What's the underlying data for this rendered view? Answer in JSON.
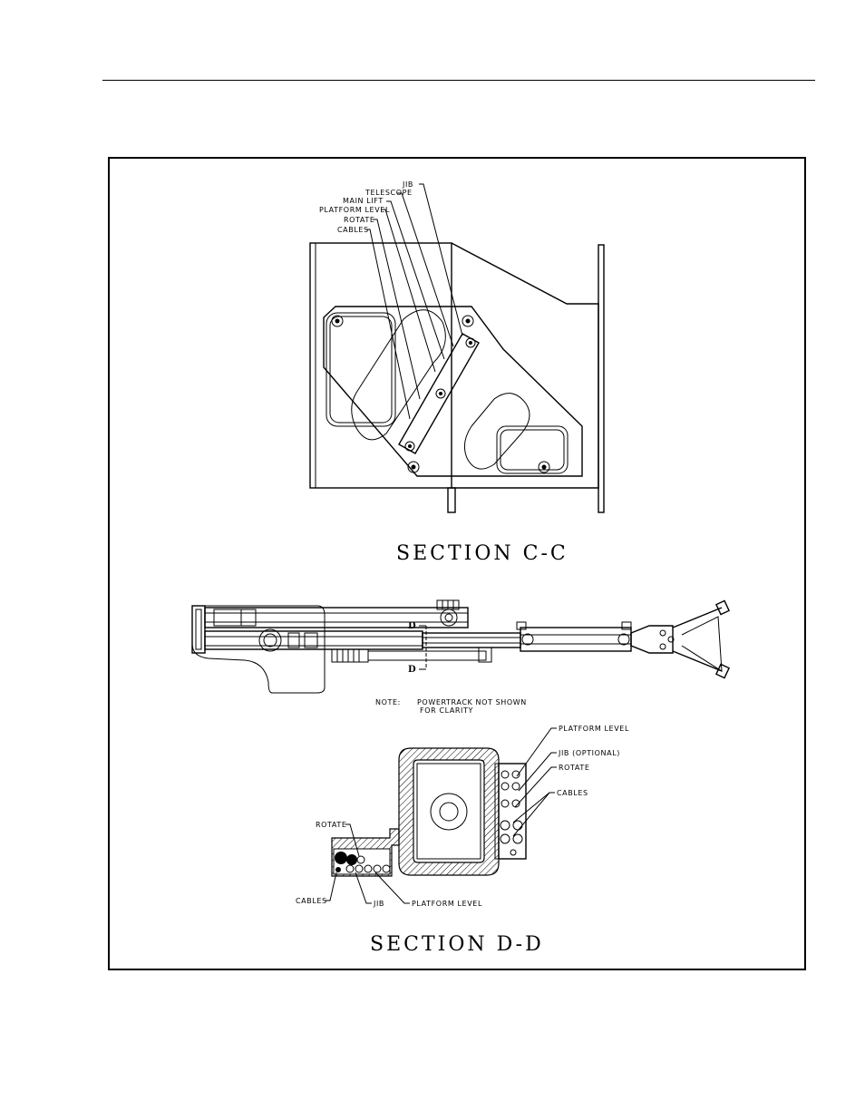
{
  "section_cc": {
    "title": "SECTION C-C",
    "labels": [
      "JIB",
      "TELESCOPE",
      "MAIN LIFT",
      "PLATFORM LEVEL",
      "ROTATE",
      "CABLES"
    ]
  },
  "boom_view": {
    "cut_marker_top": "D",
    "cut_marker_bottom": "D",
    "note_label": "NOTE:",
    "note_line1": "POWERTRACK NOT SHOWN",
    "note_line2": "FOR CLARITY"
  },
  "section_dd": {
    "title": "SECTION D-D",
    "right_labels": {
      "platform_level": "PLATFORM LEVEL",
      "jib": "JIB (OPTIONAL)",
      "rotate": "ROTATE",
      "cables": "CABLES"
    },
    "left_labels": {
      "rotate": "ROTATE",
      "cables": "CABLES",
      "jib": "JIB",
      "platform_level": "PLATFORM LEVEL"
    }
  }
}
